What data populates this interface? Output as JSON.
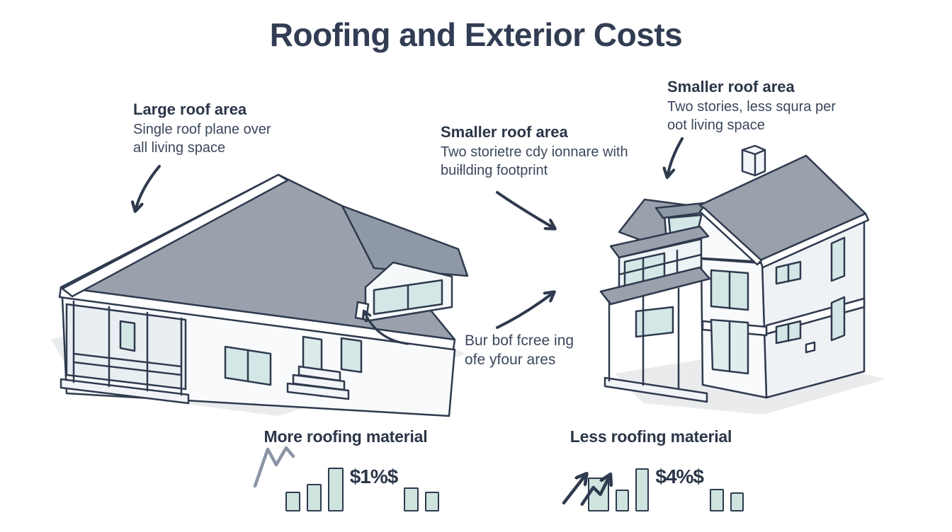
{
  "title": "Roofing and Exterior Costs",
  "colors": {
    "ink": "#2f3a4e",
    "roof_gray": "#9aa1ad",
    "roof_gray_dark": "#8f98a5",
    "wall_white": "#f8fafc",
    "window_teal": "#d3e8e6",
    "bar_fill": "#cfe3df",
    "shadow": "#e9ebec"
  },
  "annotations": {
    "large_roof": {
      "heading": "Large roof area",
      "line1": "Single roof plane over",
      "line2": "all living space"
    },
    "smaller_roof_mid": {
      "heading": "Smaller roof area",
      "line1": "Two storietre cdy ionnare with",
      "line2": "buiƚlding footprint"
    },
    "smaller_roof_right": {
      "heading": "Smaller roof area",
      "line1": "Two stories, less squra per",
      "line2": "oot living space"
    },
    "material_callout": {
      "line1": "Bur bof fcree ing",
      "line2": "ofe yfour ares",
      "icon": "shingles-stack-icon"
    }
  },
  "comparison": {
    "more": {
      "label": "More roofing material",
      "price": "$1%$",
      "icon": "zigzag-line-icon",
      "bars_before": [
        {
          "h": 28,
          "w": 21
        },
        {
          "h": 39,
          "w": 21
        },
        {
          "h": 62,
          "w": 22
        }
      ],
      "bars_after": [
        {
          "h": 34,
          "w": 21
        },
        {
          "h": 28,
          "w": 20
        }
      ]
    },
    "less": {
      "label": "Less roofing material",
      "price": "$4%$",
      "icon": "growth-arrows-icon",
      "bars_before": [
        {
          "h": 48,
          "w": 30
        },
        {
          "h": 31,
          "w": 19
        },
        {
          "h": 61,
          "w": 19
        }
      ],
      "bars_after": [
        {
          "h": 32,
          "w": 20
        },
        {
          "h": 27,
          "w": 19
        }
      ]
    }
  },
  "figures": {
    "left_house": "single-story house with one large roof plane",
    "right_house": "two-story house with smaller roof footprint"
  }
}
